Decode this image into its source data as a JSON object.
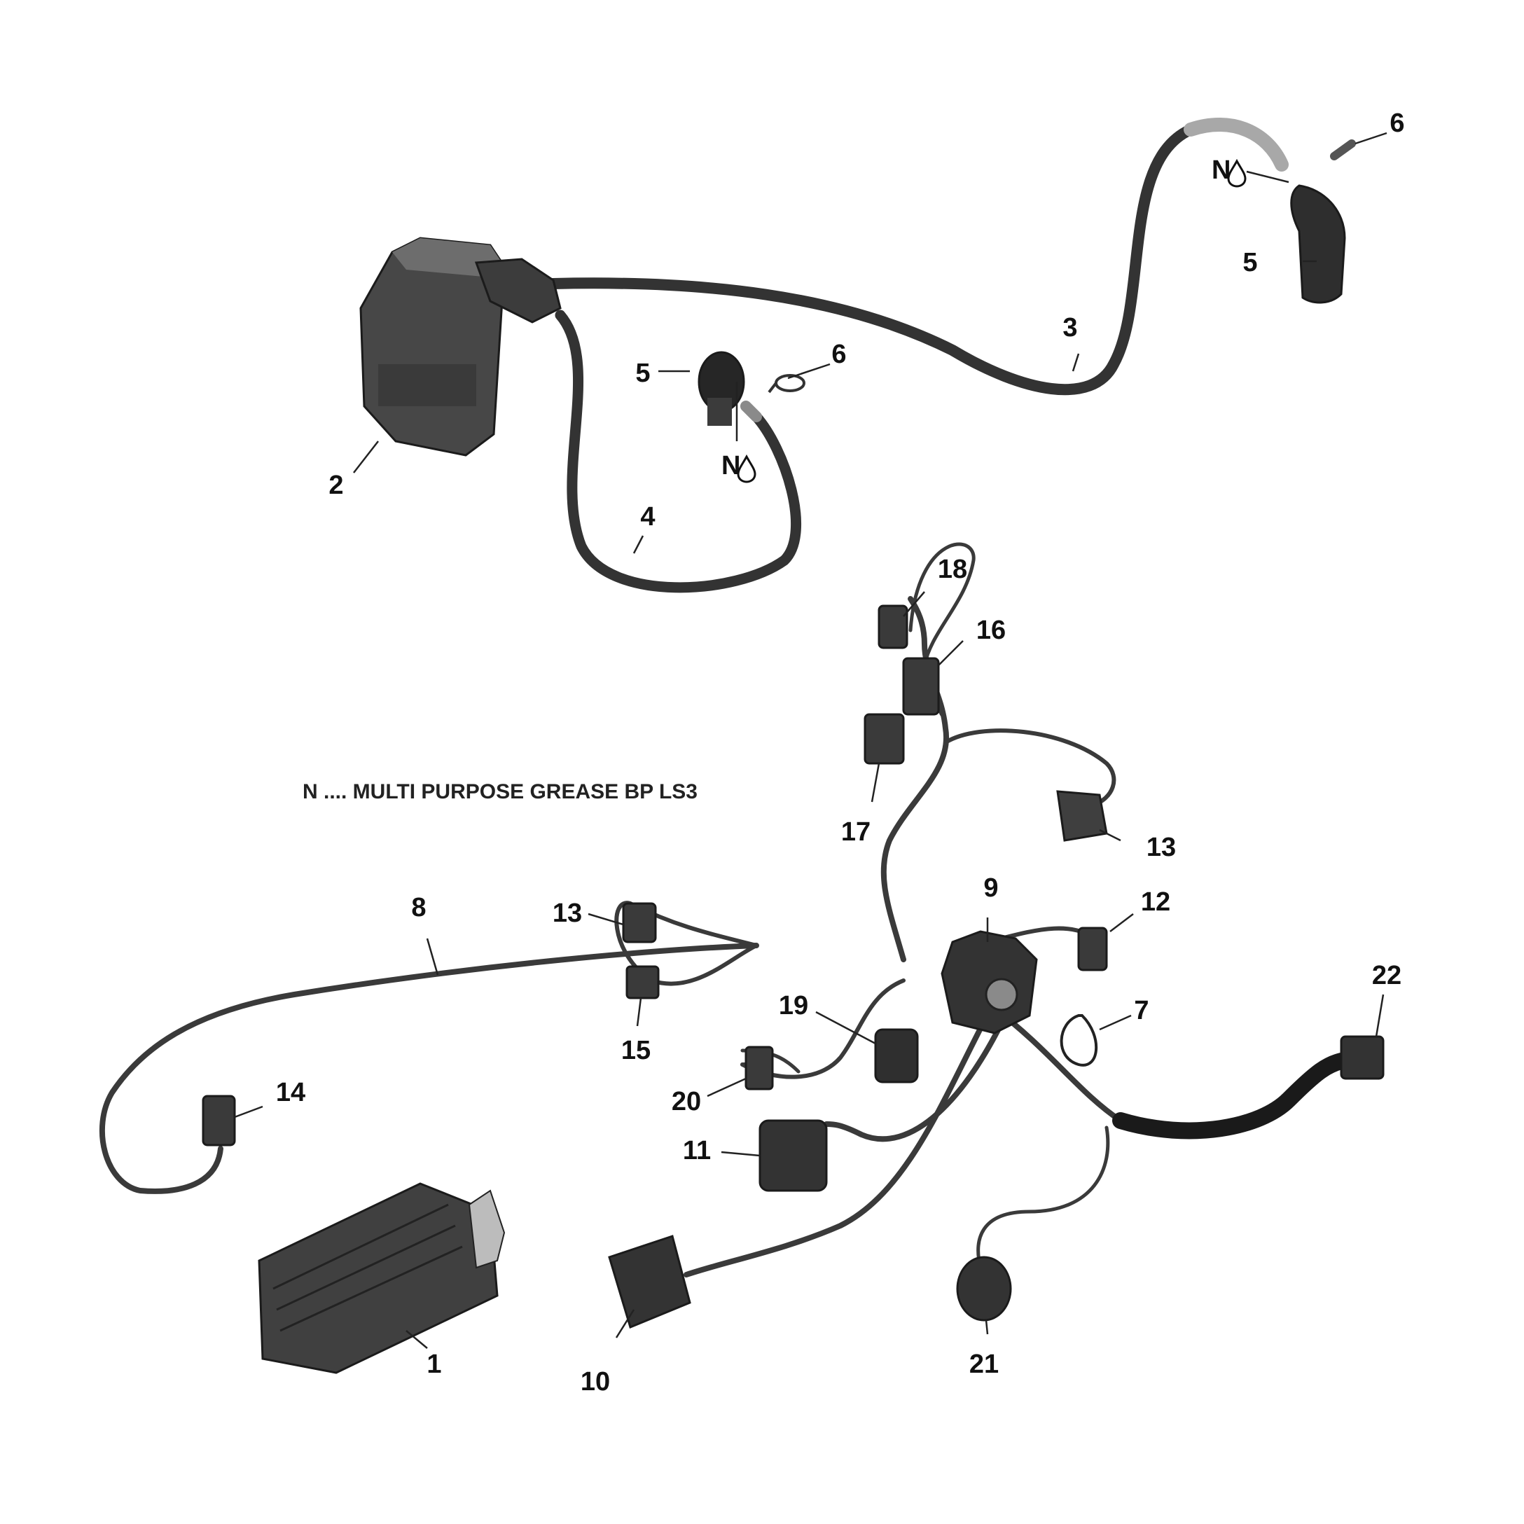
{
  "note": {
    "symbol": "N",
    "text": "N .... MULTI PURPOSE GREASE BP LS3"
  },
  "callouts": {
    "c1": "1",
    "c2": "2",
    "c3": "3",
    "c4": "4",
    "c5a": "5",
    "c5b": "5",
    "c6a": "6",
    "c6b": "6",
    "c7": "7",
    "c8": "8",
    "c9": "9",
    "c10": "10",
    "c11": "11",
    "c12": "12",
    "c13a": "13",
    "c13b": "13",
    "c14": "14",
    "c15": "15",
    "c16": "16",
    "c17": "17",
    "c18": "18",
    "c19": "19",
    "c20": "20",
    "c21": "21",
    "c22": "22",
    "nA": "N",
    "nB": "N"
  },
  "colors": {
    "cable": "#3a3a3a",
    "part": "#444444",
    "sleeve": "#1a1a1a",
    "boot_light": "#9a9a9a"
  }
}
